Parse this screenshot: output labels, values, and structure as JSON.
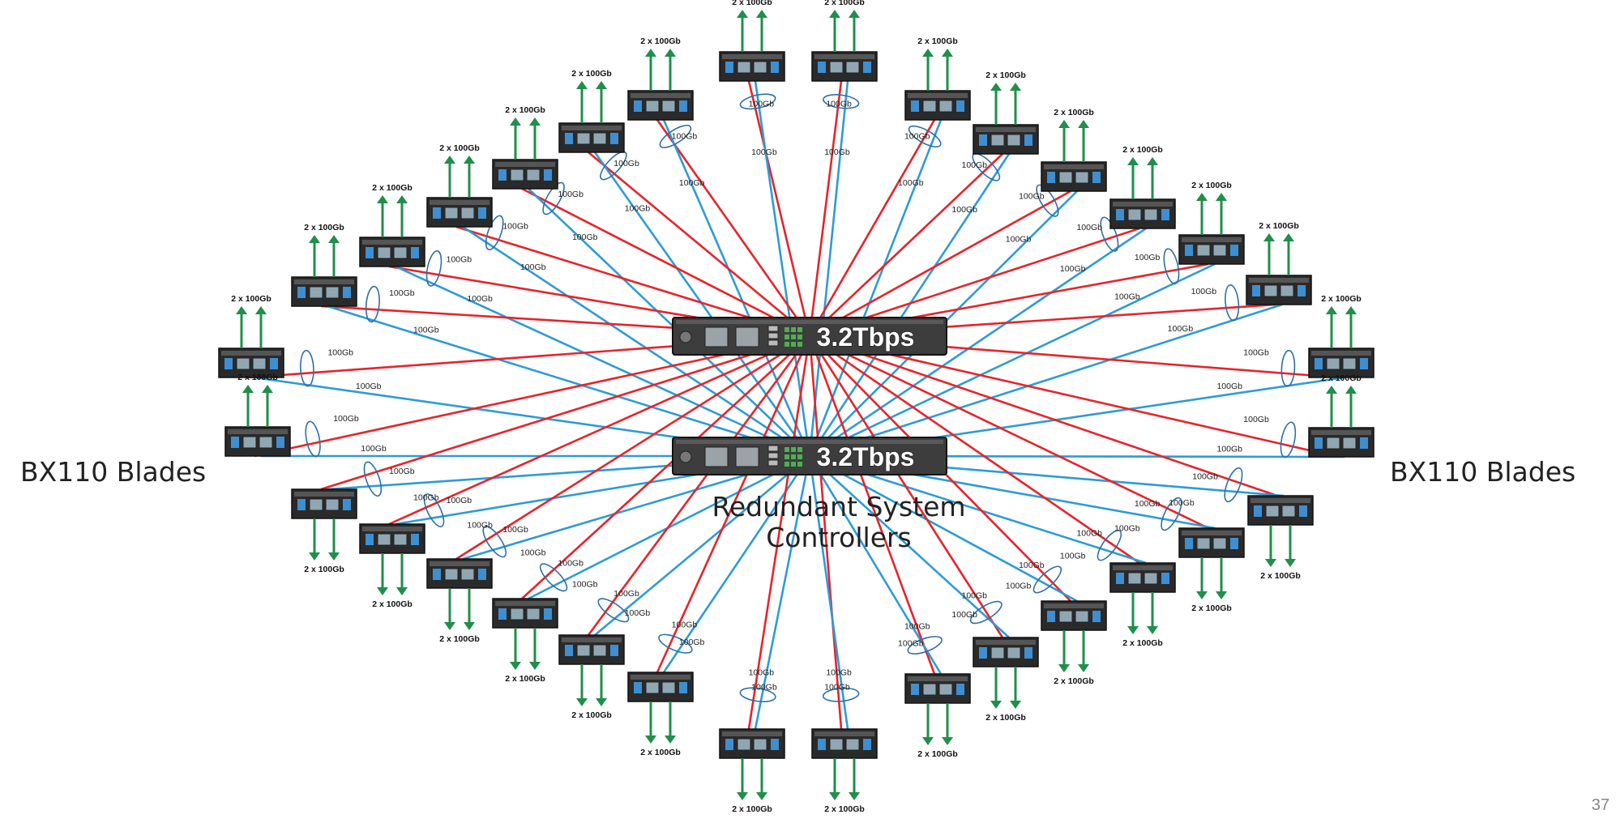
{
  "left_label": "BX110 Blades",
  "right_label": "BX110 Blades",
  "controller_caption_line1": "Redundant System",
  "controller_caption_line2": "Controllers",
  "controllers": [
    {
      "throughput": "3.2Tbps"
    },
    {
      "throughput": "3.2Tbps"
    }
  ],
  "link_label": "100Gb",
  "blade_uplink_label": "2 x 100Gb",
  "page_number": "37",
  "colors": {
    "link_a": "#e8232a",
    "link_b": "#2e9bd6",
    "uplink_arrow": "#1f8f4a",
    "controller_body": "#3d3d3d",
    "blade_body": "#2a2a2a"
  }
}
